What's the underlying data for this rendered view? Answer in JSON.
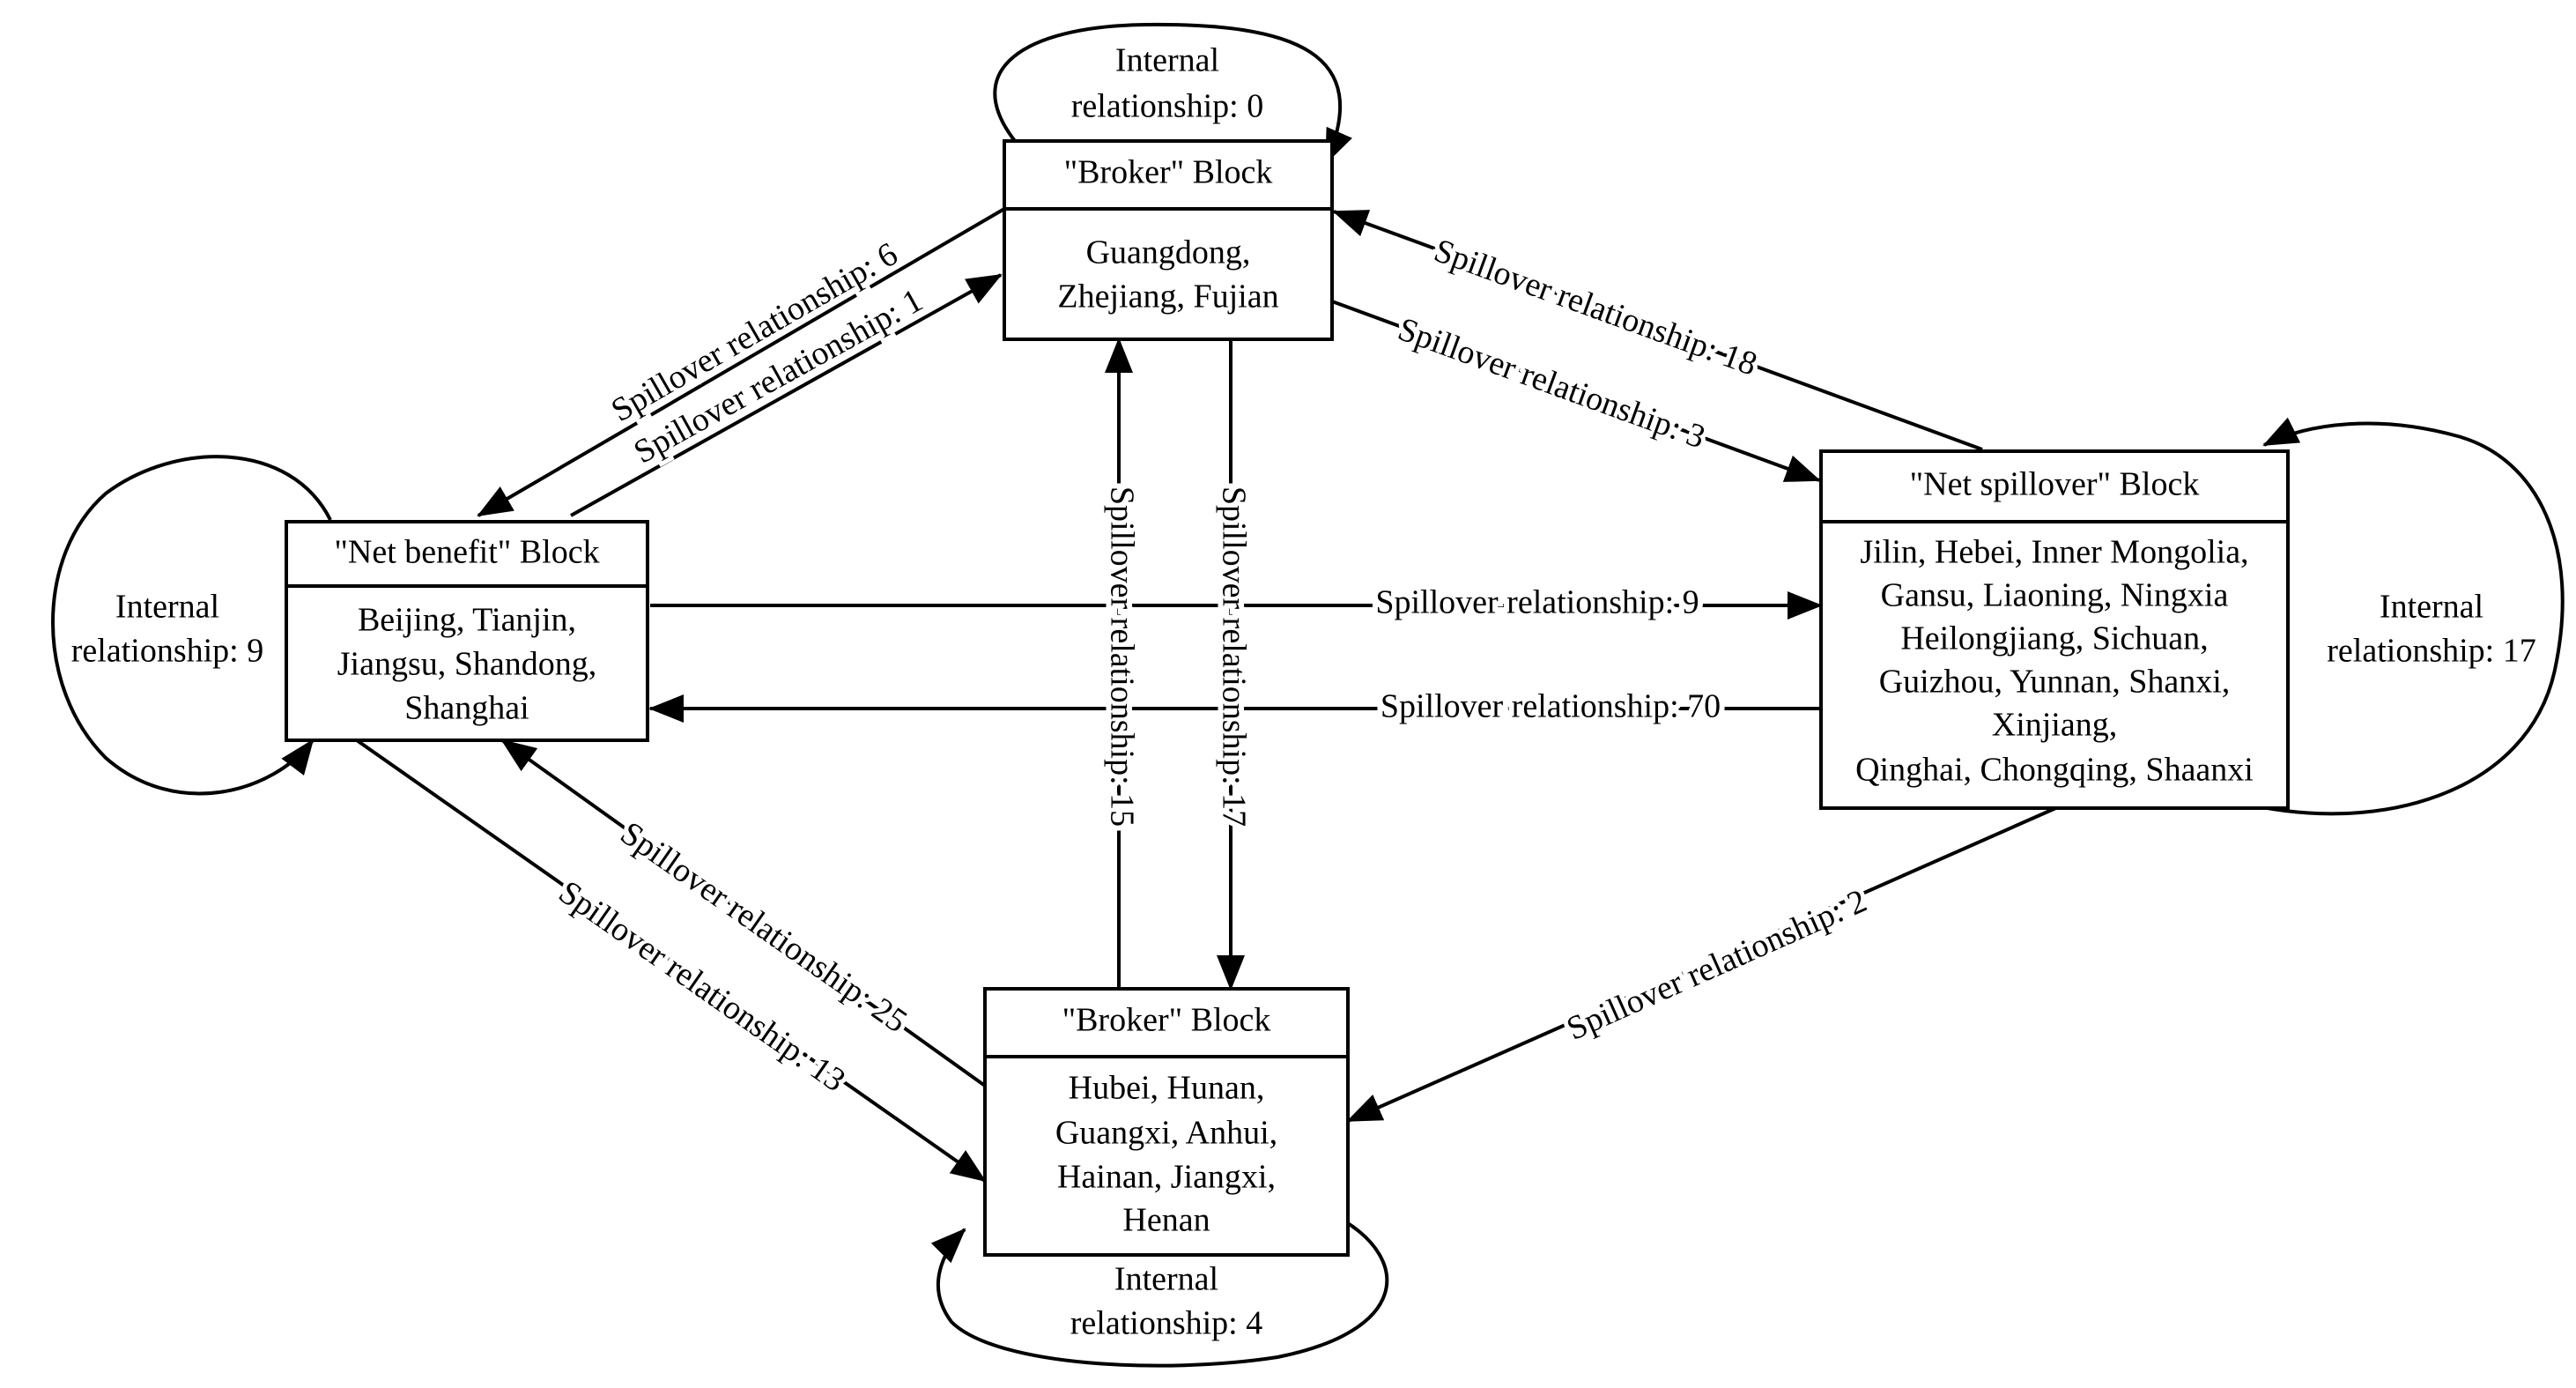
{
  "blocks": {
    "broker_top": {
      "title": "\"Broker\" Block",
      "members": [
        "Guangdong,",
        "Zhejiang, Fujian"
      ],
      "internal": [
        "Internal",
        "relationship: 0"
      ]
    },
    "net_benefit": {
      "title": "\"Net benefit\" Block",
      "members": [
        "Beijing, Tianjin,",
        "Jiangsu, Shandong,",
        "Shanghai"
      ],
      "internal": [
        "Internal",
        "relationship: 9"
      ]
    },
    "net_spillover": {
      "title": "\"Net spillover\" Block",
      "members": [
        "Jilin, Hebei, Inner Mongolia,",
        "Gansu, Liaoning, Ningxia",
        "Heilongjiang, Sichuan,",
        "Guizhou, Yunnan, Shanxi,",
        "Xinjiang,",
        "Qinghai, Chongqing, Shaanxi"
      ],
      "internal": [
        "Internal",
        "relationship: 17"
      ]
    },
    "broker_bottom": {
      "title": "\"Broker\" Block",
      "members": [
        "Hubei, Hunan,",
        "Guangxi, Anhui,",
        "Hainan, Jiangxi,",
        "Henan"
      ],
      "internal": [
        "Internal",
        "relationship: 4"
      ]
    }
  },
  "edges": {
    "broker_top_to_net_benefit": "Spillover relationship: 6",
    "net_benefit_to_broker_top": "Spillover relationship: 1",
    "net_spillover_to_broker_top": "Spillover relationship: 18",
    "broker_top_to_net_spillover": "Spillover relationship: 3",
    "net_benefit_to_net_spillover": "Spillover relationship: 9",
    "net_spillover_to_net_benefit": "Spillover relationship: 70",
    "broker_bottom_to_broker_top": "Spillover relationship: 15",
    "broker_top_to_broker_bottom": "Spillover relationship: 17",
    "broker_bottom_to_net_benefit": "Spillover relationship: 25",
    "net_benefit_to_broker_bottom": "Spillover relationship: 13",
    "net_spillover_to_broker_bottom": "Spillover relationship: 2"
  }
}
